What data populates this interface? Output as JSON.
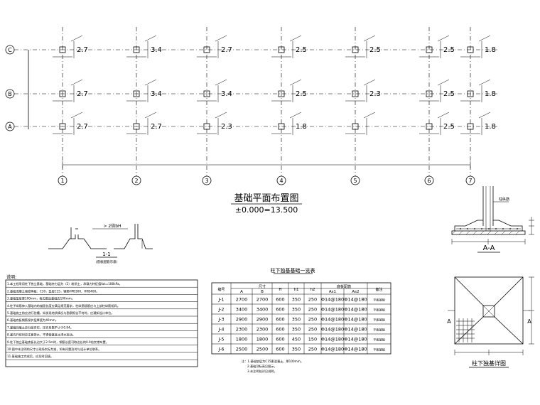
{
  "plan": {
    "title": "基础平面布置图",
    "subtitle": "±0.000=13.500",
    "row_labels": [
      "C",
      "B",
      "A"
    ],
    "col_labels": [
      "1",
      "2",
      "3",
      "4",
      "5",
      "6",
      "7"
    ],
    "pad_labels": [
      [
        "2.7",
        "3.4",
        "2.7",
        "2.5",
        "2.5",
        "2.5",
        "1.8"
      ],
      [
        "2.7",
        "3.4",
        "3.4",
        "2.5",
        "2.3",
        "2.5",
        "1.8"
      ],
      [
        "2.7",
        "2.7",
        "2.3",
        "1.8",
        "",
        "2.5",
        "1.8"
      ]
    ]
  },
  "small_section": {
    "label": "1-1",
    "sublabel": "(底板配筋示意)",
    "dim": "> 2倍bH"
  },
  "notes": {
    "heading": "说明:",
    "lines": [
      "1.本工程采用柱下独立基础，基础持力层为（2）粉质土，承载力特征值fak=180kPa。",
      "2.基础混凝土强度等级：C30，垫层C15，钢筋HPB300、HRB400。",
      "3.基础垫层厚100mm，每边宽出基础边100mm。",
      "4.柱子纵筋伸入基础内的锚固长度应满足规范要求，柱纵筋插筋应与上部柱纵筋相同。",
      "5.基础施工前应进行验槽，如发现地质情况与勘察报告不符时，应通知设计单位。",
      "6.基础底板钢筋保护层厚度为40mm。",
      "7.基础回填土应分层夯实，压实系数不小于0.94。",
      "8.基坑开挖时应注意排水，不得使基底土浸水扰动。",
      "9.柱下独立基础底板长边大于2.5m时，钢筋长度可取边长的0.9倍交错布置。",
      "10.图中未注明的尺寸以现场实际为准，如有问题及时与设计单位联系。",
      "11.基础施工完成后，应及时回填。"
    ]
  },
  "table": {
    "title": "柱下独基基础一览表",
    "headers": [
      "编号",
      "尺寸",
      "",
      "",
      "",
      "底板配筋",
      "",
      "备注"
    ],
    "subheaders": [
      "",
      "A",
      "B",
      "H",
      "h1",
      "h2",
      "As1",
      "As2",
      ""
    ],
    "rows": [
      [
        "J-1",
        "2700",
        "2700",
        "600",
        "350",
        "250",
        "Φ14@180",
        "Φ14@180",
        "平板基础"
      ],
      [
        "J-2",
        "3400",
        "3400",
        "600",
        "350",
        "250",
        "Φ14@180",
        "Φ14@180",
        "平板基础"
      ],
      [
        "J-3",
        "2900",
        "2900",
        "600",
        "350",
        "250",
        "Φ14@180",
        "Φ14@180",
        "平板基础"
      ],
      [
        "J-4",
        "2300",
        "2300",
        "600",
        "350",
        "250",
        "Φ14@180",
        "Φ14@180",
        "平板基础"
      ],
      [
        "J-5",
        "1800",
        "1800",
        "600",
        "450",
        "150",
        "Φ14@180",
        "Φ14@180",
        "平板基础"
      ],
      [
        "J-6",
        "2500",
        "2500",
        "600",
        "350",
        "250",
        "Φ14@180",
        "Φ14@180",
        "平板基础"
      ]
    ],
    "footnotes": [
      "注：1.基础垫层为C15素混凝土，厚100mm。",
      "2.基础顶标高见图示。",
      "3.未注明处详见说明。"
    ]
  },
  "detail": {
    "section_label": "A-A",
    "plan_label": "柱下独基详图",
    "column_label": "柱纵筋",
    "cut_left": "A",
    "cut_right": "A"
  }
}
